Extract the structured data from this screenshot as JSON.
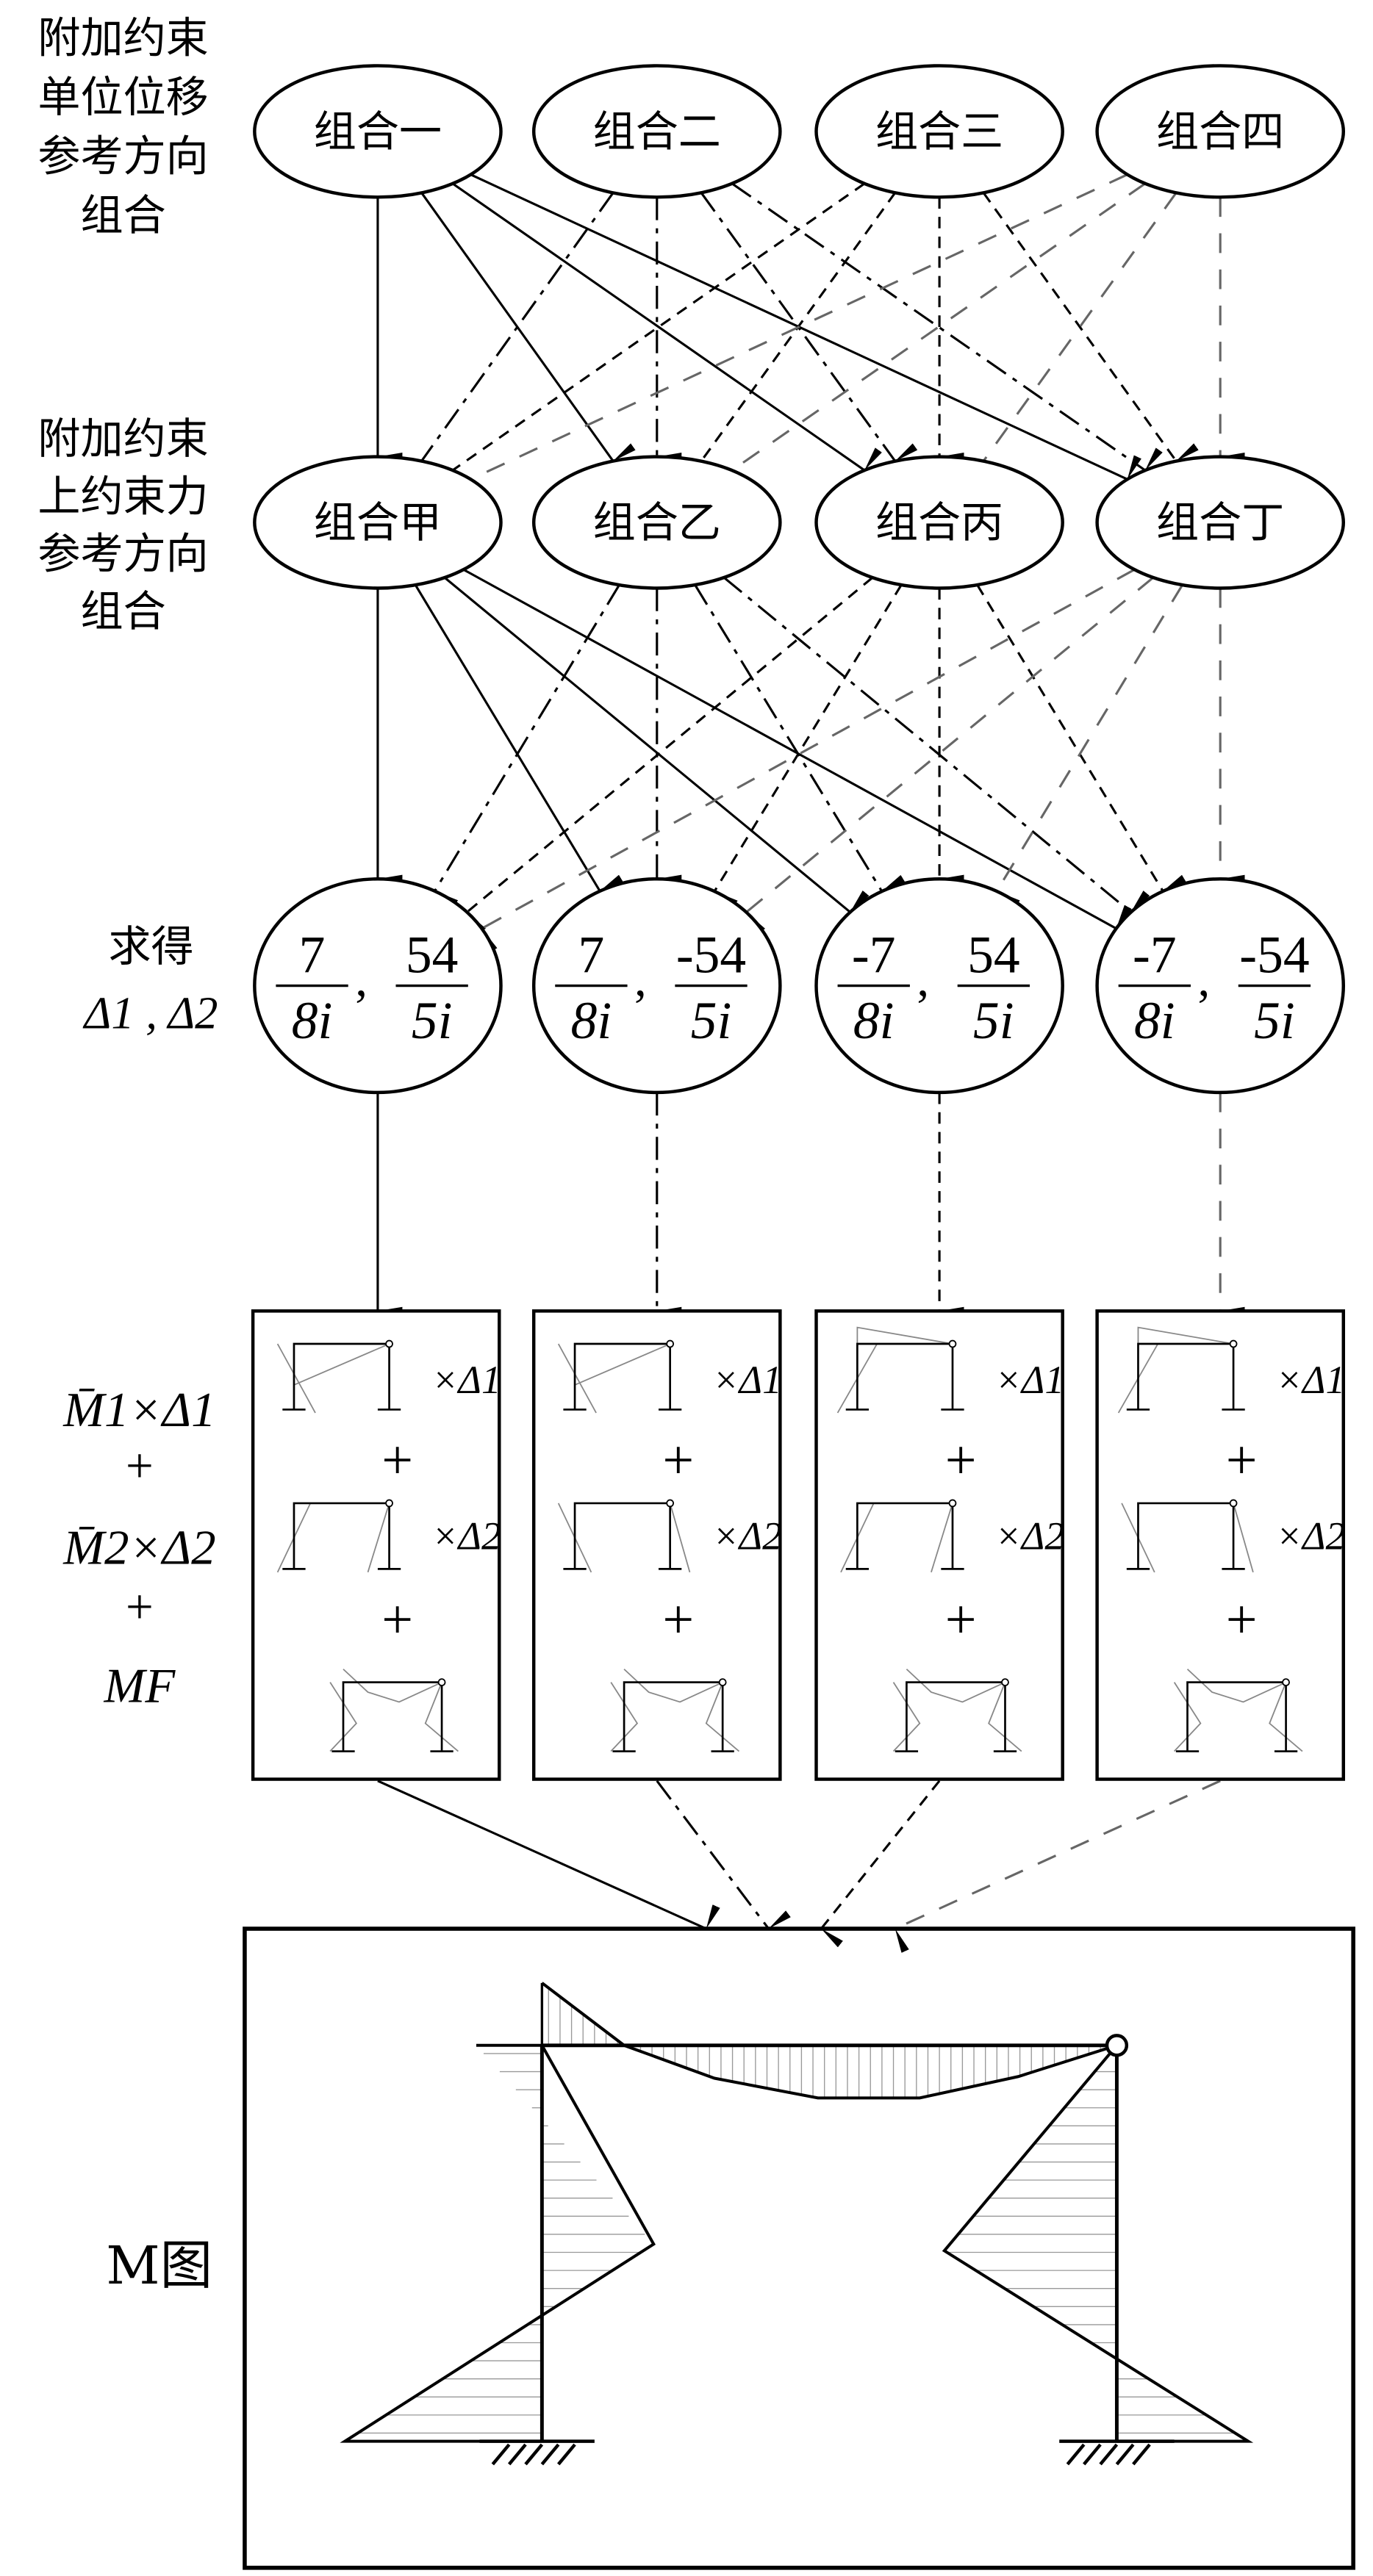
{
  "left_labels": {
    "row1": [
      "附加约束",
      "单位位移",
      "参考方向",
      "组合"
    ],
    "row2": [
      "附加约束",
      "上约束力",
      "参考方向",
      "组合"
    ],
    "row3_line1": "求得",
    "row3_line2": "Δ1 , Δ2",
    "row4": {
      "term1": "M̄1×Δ1",
      "plus1": "+",
      "term2": "M̄2×Δ2",
      "plus2": "+",
      "term3": "MF"
    },
    "row5": "M图"
  },
  "displacement_combos": [
    "组合一",
    "组合二",
    "组合三",
    "组合四"
  ],
  "force_combos": [
    "组合甲",
    "组合乙",
    "组合丙",
    "组合丁"
  ],
  "solutions": [
    {
      "d1_num": "7",
      "d1_den": "8i",
      "d2_num": "54",
      "d2_den": "5i"
    },
    {
      "d1_num": "7",
      "d1_den": "8i",
      "d2_num": "-54",
      "d2_den": "5i"
    },
    {
      "d1_num": "-7",
      "d1_den": "8i",
      "d2_num": "54",
      "d2_den": "5i"
    },
    {
      "d1_num": "-7",
      "d1_den": "8i",
      "d2_num": "-54",
      "d2_den": "5i"
    }
  ],
  "superposition_box": {
    "mult1": "×Δ1",
    "mult2": "×Δ2",
    "plus": "+"
  },
  "line_styles": [
    "solid",
    "dash-dot",
    "dashed",
    "gray-dashed"
  ],
  "colors": {
    "ink": "#000000",
    "gray": "#666666",
    "hatch": "#888888"
  }
}
